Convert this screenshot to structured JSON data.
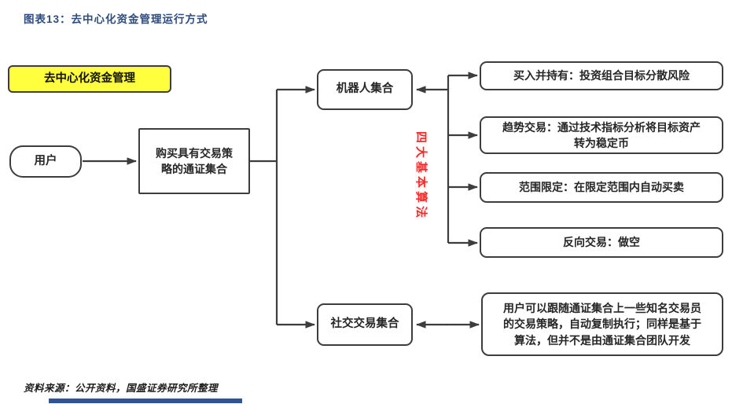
{
  "title": "图表13：去中心化资金管理运行方式",
  "colors": {
    "title_blue": "#2E4C7E",
    "highlight_yellow": "#FFFF3D",
    "accent_red": "#FB2929",
    "line_dark": "#3D3D3D",
    "footer_blue": "#2F5597"
  },
  "diagram": {
    "highlight_box": "去中心化资金管理",
    "user_node": "用户",
    "buy_node": "购买具有交易策略的通证集合",
    "robot_node": "机器人集合",
    "algorithms_label": "四大基本算法",
    "strategy_boxes": [
      {
        "label": "买入并持有：投资组合目标分散风险"
      },
      {
        "label": "趋势交易：通过技术指标分析将目标资产转为稳定币"
      },
      {
        "label": "范围限定：在限定范围内自动买卖"
      },
      {
        "label": "反向交易：做空"
      }
    ],
    "social_node": "社交交易集合",
    "social_desc": "用户可以跟随通证集合上一些知名交易员的交易策略，自动复制执行；同样是基于算法，但并不是由通证集合团队开发"
  },
  "footer": {
    "source": "资料来源：公开资料，国盛证券研究所整理"
  }
}
